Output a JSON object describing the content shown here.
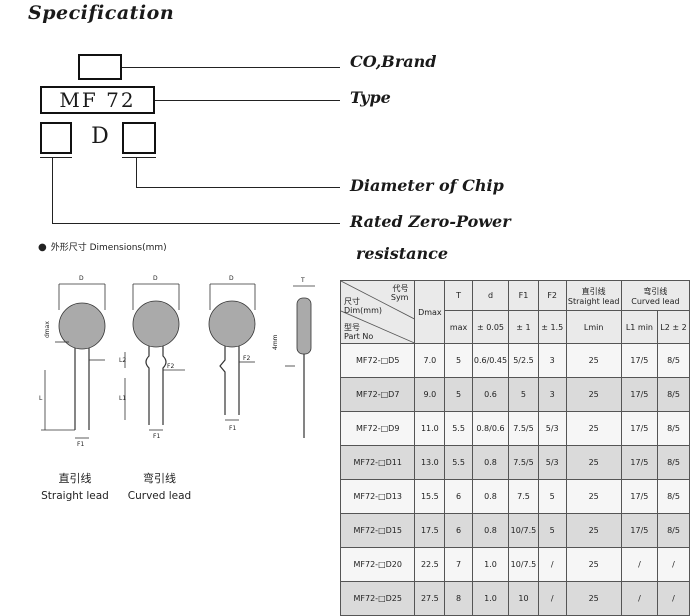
{
  "title": "Specification",
  "marking": {
    "brand_label": "CO,Brand",
    "type_text": "MF 72",
    "type_label": "Type",
    "d_letter": "D",
    "diameter_label": "Diameter of Chip",
    "resistance_label_1": "Rated Zero-Power",
    "resistance_label_2": "resistance"
  },
  "dimensions_note": "外形尺寸 Dimensions(mm)",
  "drawings": {
    "straight_cn": "直引线",
    "straight_en": "Straight lead",
    "curved_cn": "弯引线",
    "curved_en": "Curved lead",
    "labels": {
      "d": "D",
      "dmax": "dmax",
      "t": "T",
      "l": "L",
      "l1": "L1",
      "l2": "L2",
      "f1": "F1",
      "f2": "F2",
      "tmm": "4mm"
    }
  },
  "table": {
    "corner": {
      "sym_cn": "代号",
      "sym_en": "Sym",
      "dim_cn": "尺寸",
      "dim_en": "Dim(mm)",
      "part_cn": "型号",
      "part_en": "Part No"
    },
    "headers": {
      "dmax": "Dmax",
      "t": "T",
      "t_sub": "max",
      "d": "d",
      "d_sub": "± 0.05",
      "f1": "F1",
      "f1_sub": "± 1",
      "f2": "F2",
      "f2_sub": "± 1.5",
      "straight_cn": "直引线",
      "straight_en": "Straight lead",
      "lmin": "Lmin",
      "curved_cn": "弯引线",
      "curved_en": "Curved lead",
      "l1min": "L1 min",
      "l2": "L2 ± 2"
    },
    "rows": [
      {
        "part": "MF72-□D5",
        "dmax": "7.0",
        "t": "5",
        "d": "0.6/0.45",
        "f1": "5/2.5",
        "f2": "3",
        "lmin": "25",
        "l1": "17/5",
        "l2": "8/5"
      },
      {
        "part": "MF72-□D7",
        "dmax": "9.0",
        "t": "5",
        "d": "0.6",
        "f1": "5",
        "f2": "3",
        "lmin": "25",
        "l1": "17/5",
        "l2": "8/5"
      },
      {
        "part": "MF72-□D9",
        "dmax": "11.0",
        "t": "5.5",
        "d": "0.8/0.6",
        "f1": "7.5/5",
        "f2": "5/3",
        "lmin": "25",
        "l1": "17/5",
        "l2": "8/5"
      },
      {
        "part": "MF72-□D11",
        "dmax": "13.0",
        "t": "5.5",
        "d": "0.8",
        "f1": "7.5/5",
        "f2": "5/3",
        "lmin": "25",
        "l1": "17/5",
        "l2": "8/5"
      },
      {
        "part": "MF72-□D13",
        "dmax": "15.5",
        "t": "6",
        "d": "0.8",
        "f1": "7.5",
        "f2": "5",
        "lmin": "25",
        "l1": "17/5",
        "l2": "8/5"
      },
      {
        "part": "MF72-□D15",
        "dmax": "17.5",
        "t": "6",
        "d": "0.8",
        "f1": "10/7.5",
        "f2": "5",
        "lmin": "25",
        "l1": "17/5",
        "l2": "8/5"
      },
      {
        "part": "MF72-□D20",
        "dmax": "22.5",
        "t": "7",
        "d": "1.0",
        "f1": "10/7.5",
        "f2": "/",
        "lmin": "25",
        "l1": "/",
        "l2": "/"
      },
      {
        "part": "MF72-□D25",
        "dmax": "27.5",
        "t": "8",
        "d": "1.0",
        "f1": "10",
        "f2": "/",
        "lmin": "25",
        "l1": "/",
        "l2": "/"
      }
    ]
  }
}
